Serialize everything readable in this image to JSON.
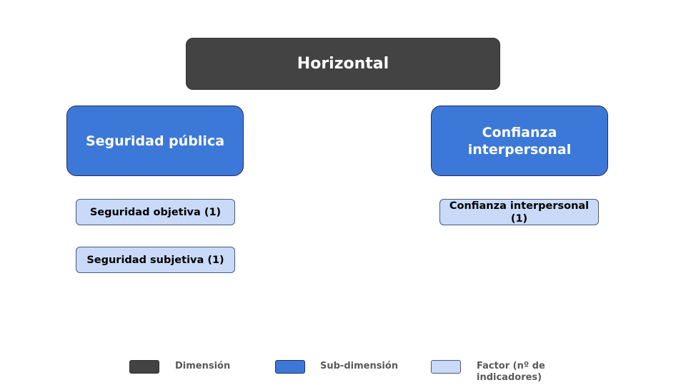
{
  "dimension": {
    "label": "Horizontal"
  },
  "sub_dimensions": [
    {
      "label": "Seguridad pública",
      "factors": [
        "Seguridad objetiva (1)",
        "Seguridad subjetiva (1)"
      ]
    },
    {
      "label": "Confianza interpersonal",
      "factors": [
        "Confianza interpersonal (1)"
      ]
    }
  ],
  "legend": {
    "dimension": "Dimensión",
    "sub_dimension": "Sub-dimensión",
    "factor": "Factor (nº de indicadores)"
  },
  "colors": {
    "dimension": "#434343",
    "sub_dimension": "#3c78d8",
    "factor": "#c9daf8"
  }
}
